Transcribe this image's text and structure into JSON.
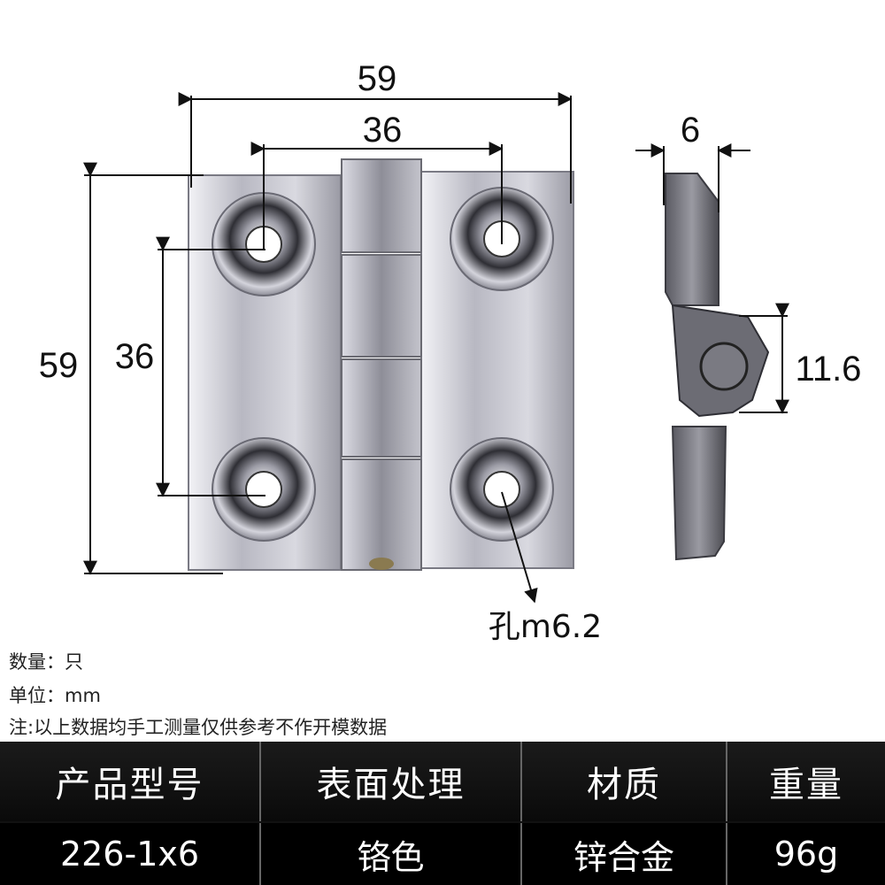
{
  "drawing": {
    "dims": {
      "total_width": "59",
      "hole_spacing_h": "36",
      "total_height": "59",
      "hole_spacing_v": "36",
      "thickness": "6",
      "knuckle_dia": "11.6",
      "hole_label": "孔m6.2"
    }
  },
  "notes": {
    "quantity": "数量：只",
    "unit": "单位：mm",
    "disclaimer": "注:以上数据均手工测量仅供参考不作开模数据"
  },
  "table": {
    "headers": [
      "产品型号",
      "表面处理",
      "材质",
      "重量"
    ],
    "values": [
      "226-1x6",
      "铬色",
      "锌合金",
      "96g"
    ]
  },
  "colors": {
    "metal_light": "#e8e8ee",
    "metal_mid": "#a9a9b4",
    "metal_dark": "#4a4a52",
    "table_bg": "#0a0a0a"
  }
}
